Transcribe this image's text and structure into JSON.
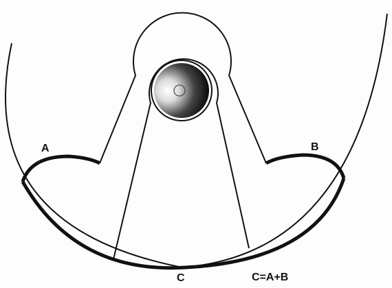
{
  "labels": {
    "a": "A",
    "b": "B",
    "c": "C",
    "equation": "C=A+B"
  },
  "colors": {
    "stroke": "#111111",
    "background": "#fdfdfd"
  }
}
